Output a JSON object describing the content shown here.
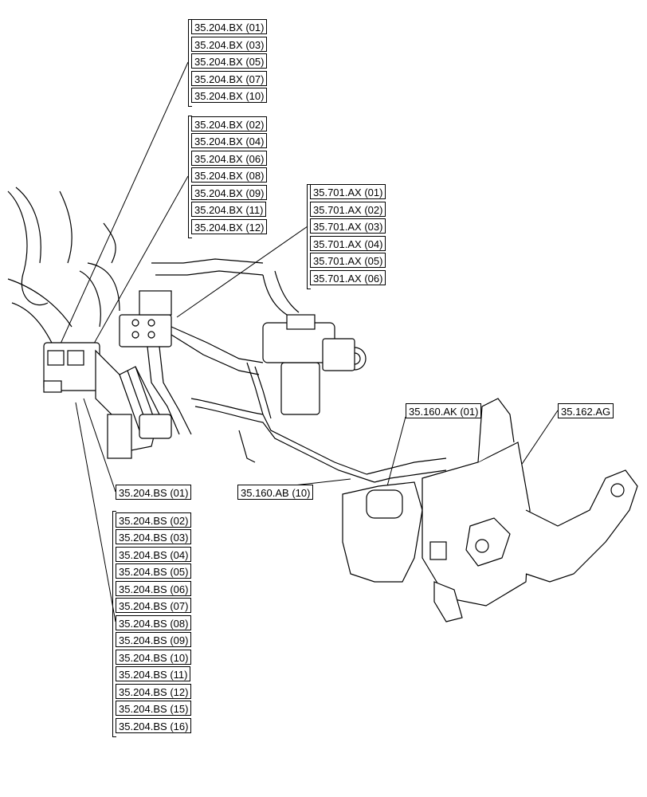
{
  "callouts": {
    "bx_odd": [
      "35.204.BX (01)",
      "35.204.BX (03)",
      "35.204.BX (05)",
      "35.204.BX (07)",
      "35.204.BX (10)"
    ],
    "bx_even": [
      "35.204.BX (02)",
      "35.204.BX (04)",
      "35.204.BX (06)",
      "35.204.BX (08)",
      "35.204.BX (09)",
      "35.204.BX (11)",
      "35.204.BX (12)"
    ],
    "ax": [
      "35.701.AX (01)",
      "35.701.AX (02)",
      "35.701.AX (03)",
      "35.701.AX (04)",
      "35.701.AX (05)",
      "35.701.AX (06)"
    ],
    "ak": "35.160.AK (01)",
    "ag": "35.162.AG",
    "ab": "35.160.AB (10)",
    "bs_single": "35.204.BS (01)",
    "bs_list": [
      "35.204.BS (02)",
      "35.204.BS (03)",
      "35.204.BS (04)",
      "35.204.BS (05)",
      "35.204.BS (06)",
      "35.204.BS (07)",
      "35.204.BS (08)",
      "35.204.BS (09)",
      "35.204.BS (10)",
      "35.204.BS (11)",
      "35.204.BS (12)",
      "35.204.BS (15)",
      "35.204.BS (16)"
    ]
  }
}
